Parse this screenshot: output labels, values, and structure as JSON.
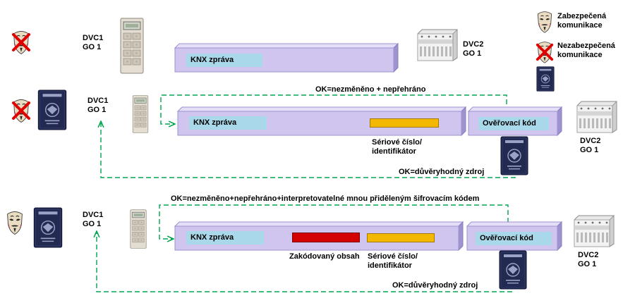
{
  "legend": {
    "secure_label": "Zabezpečená\nkomunikace",
    "insecure_label": "Nezabezpečená\nkomunikace"
  },
  "row1": {
    "sender_label": "DVC1\nGO 1",
    "receiver_label": "DVC2\nGO 1",
    "message_label": "KNX zpráva"
  },
  "row2": {
    "sender_label": "DVC1\nGO 1",
    "receiver_label": "DVC2\nGO 1",
    "message_label": "KNX zpráva",
    "serial_label": "Sériové číslo/\nidentifikátor",
    "auth_label": "Ověřovací kód",
    "top_note": "OK=nezměněno + nepřehráno",
    "bottom_note": "OK=důvěryhodný zdroj"
  },
  "row3": {
    "sender_label": "DVC1\nGO 1",
    "receiver_label": "DVC2\nGO 1",
    "message_label": "KNX zpráva",
    "encrypted_label": "Zakódovaný obsah",
    "serial_label": "Sériové číslo/\nidentifikátor",
    "auth_label": "Ověřovací kód",
    "top_note": "OK=nezměněno+nepřehráno+interpretovatelné mnou přiděleným šifrovacím kódem",
    "bottom_note": "OK=důvěryhodný zdroj"
  },
  "colors": {
    "bar_fill": "#cfc5ee",
    "bar_top": "#e4dff7",
    "bar_side": "#9e92cf",
    "label_fill": "#a9d8ea",
    "serial_fill": "#f5b800",
    "encrypted_fill": "#d40000",
    "arrow": "#00a650"
  },
  "icons": [
    "anonymous-mask-icon",
    "red-cross-icon",
    "passport-icon",
    "wall-switch-icon",
    "din-rail-actuator-icon"
  ]
}
